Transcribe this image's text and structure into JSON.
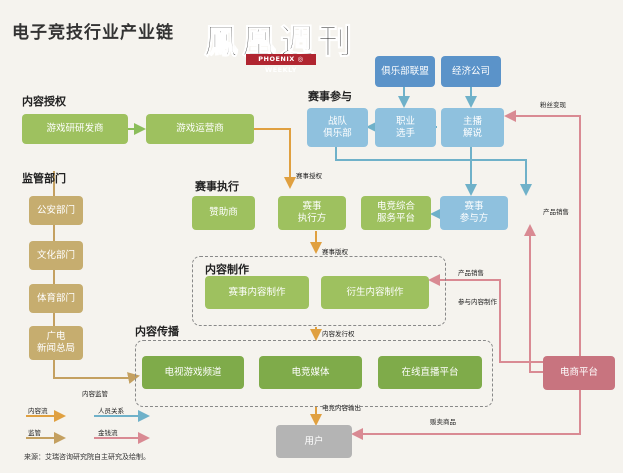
{
  "title": "电子竞技行业产业链",
  "logo": {
    "cn": "鳳凰週刊",
    "en": "PHOENIX ◎ WEEKLY"
  },
  "sections": {
    "content_license": "内容授权",
    "event_participation": "赛事参与",
    "regulators": "监管部门",
    "event_execution": "赛事执行",
    "content_production": "内容制作",
    "content_distribution": "内容传播"
  },
  "nodes": {
    "developer_publisher": "游戏研研发商",
    "game_operator": "游戏运营商",
    "club_alliance": "俱乐部联盟",
    "agency": "经济公司",
    "team_club": "战队\n俱乐部",
    "pro_player": "职业\n选手",
    "streamer": "主播\n解说",
    "public_security": "公安部门",
    "culture_dept": "文化部门",
    "sports_dept": "体育部门",
    "sarft": "广电\n新闻总局",
    "sponsor": "赞助商",
    "event_executor": "赛事\n执行方",
    "esports_platform": "电竞综合\n服务平台",
    "event_participant": "赛事\n参与方",
    "event_content": "赛事内容制作",
    "derivative_content": "衍生内容制作",
    "tv_channel": "电视游戏频道",
    "esports_media": "电竞媒体",
    "live_platform": "在线直播平台",
    "ecommerce": "电商平台",
    "user": "用户"
  },
  "edge_labels": {
    "event_license": "赛事授权",
    "event_copyright": "赛事版权",
    "content_distribution_right": "内容发行权",
    "content_regulation": "内容监管",
    "esports_output": "电竞内容输出",
    "fan_conversion": "粉丝变现",
    "product_sales1": "产品销售",
    "product_sales2": "产品销售",
    "content_participation": "参与内容制作",
    "sell_goods": "贩卖商品"
  },
  "legend": {
    "content_flow": "内容流",
    "personnel": "人员关系",
    "regulation": "监管",
    "money_flow": "金钱流"
  },
  "colors": {
    "content_flow": "#e6a84a",
    "personnel": "#6fb1c9",
    "regulation": "#c4a060",
    "money_flow": "#d98a93",
    "green_box": "#9ec15f",
    "blue_box": "#5b93c9",
    "pink_box": "#c8747f"
  },
  "source": "来源：艾瑞咨询研究院自主研究及绘制。"
}
